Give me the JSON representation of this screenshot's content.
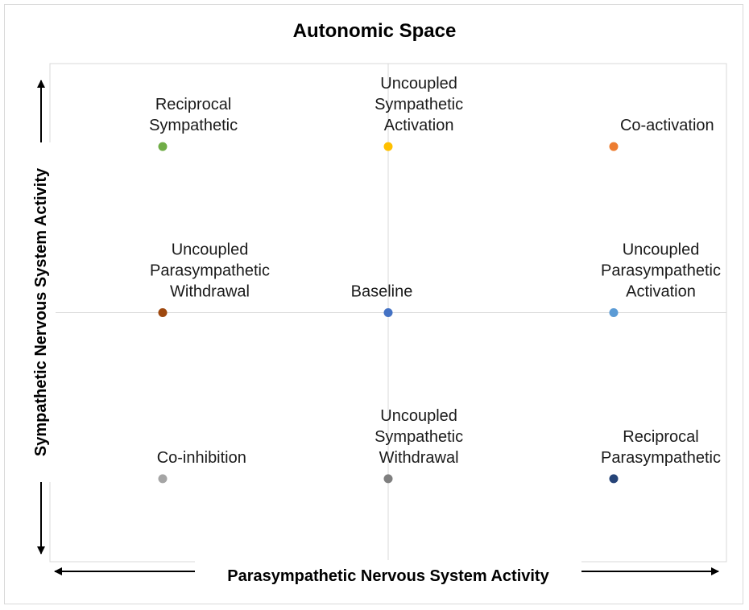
{
  "chart_data": {
    "type": "scatter",
    "title": "Autonomic Space",
    "xlabel": "Parasympathetic Nervous System Activity",
    "ylabel": "Sympathetic Nervous System Activity",
    "xlim": [
      -1.5,
      1.5
    ],
    "ylim": [
      -1.5,
      1.5
    ],
    "grid": false,
    "center_lines": true,
    "points": [
      {
        "x": -1,
        "y": 1,
        "label": [
          "Reciprocal",
          "Sympathetic"
        ],
        "color": "#70ad47"
      },
      {
        "x": 0,
        "y": 1,
        "label": [
          "Uncoupled",
          "Sympathetic",
          "Activation"
        ],
        "color": "#ffc000"
      },
      {
        "x": 1,
        "y": 1,
        "label": [
          "Co-activation"
        ],
        "color": "#ed7d31"
      },
      {
        "x": -1,
        "y": 0,
        "label": [
          "Uncoupled",
          "Parasympathetic",
          "Withdrawal"
        ],
        "color": "#9e480e"
      },
      {
        "x": 0,
        "y": 0,
        "label": [
          "Baseline"
        ],
        "color": "#4472c4"
      },
      {
        "x": 1,
        "y": 0,
        "label": [
          "Uncoupled",
          "Parasympathetic",
          "Activation"
        ],
        "color": "#5b9bd5"
      },
      {
        "x": -1,
        "y": -1,
        "label": [
          "Co-inhibition"
        ],
        "color": "#a5a5a5"
      },
      {
        "x": 0,
        "y": -1,
        "label": [
          "Uncoupled",
          "Sympathetic",
          "Withdrawal"
        ],
        "color": "#7f7f7f"
      },
      {
        "x": 1,
        "y": -1,
        "label": [
          "Reciprocal",
          "Parasympathetic"
        ],
        "color": "#264478"
      }
    ]
  }
}
